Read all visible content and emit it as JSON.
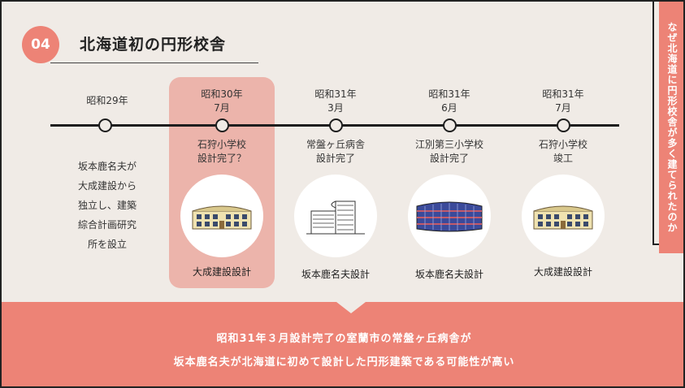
{
  "header": {
    "number": "04",
    "title": "北海道初の円形校舎"
  },
  "side_banner": "なぜ北海道に円形校舎が多く建てられたのか",
  "timeline": {
    "events": [
      {
        "date_line1": "昭和29年",
        "date_line2": "",
        "description": "坂本鹿名夫が 大成建設から 独立し、建築 綜合計画研究 所を設立",
        "designer": ""
      },
      {
        "date_line1": "昭和30年",
        "date_line2": "7月",
        "desc_line1": "石狩小学校",
        "desc_line2": "設計完了？",
        "designer": "大成建設設計",
        "highlighted": true
      },
      {
        "date_line1": "昭和31年",
        "date_line2": "3月",
        "desc_line1": "常盤ヶ丘病舎",
        "desc_line2": "設計完了",
        "designer": "坂本鹿名夫設計"
      },
      {
        "date_line1": "昭和31年",
        "date_line2": "6月",
        "desc_line1": "江別第三小学校",
        "desc_line2": "設計完了",
        "designer": "坂本鹿名夫設計"
      },
      {
        "date_line1": "昭和31年",
        "date_line2": "7月",
        "desc_line1": "石狩小学校",
        "desc_line2": "竣工",
        "designer": "大成建設設計"
      }
    ]
  },
  "left_desc_lines": [
    "坂本鹿名夫が",
    "大成建設から",
    "独立し、建築",
    "綜合計画研究",
    "所を設立"
  ],
  "conclusion": {
    "line1": "昭和31年３月設計完了の室蘭市の常盤ヶ丘病舎が",
    "line2": "坂本鹿名夫が北海道に初めて設計した円形建築である可能性が高い"
  },
  "colors": {
    "accent": "#ed8376",
    "highlight": "#ecb4ab",
    "background": "#f0ebe6"
  },
  "icons": [
    "building-sketch-icon",
    "tower-sketch-icon",
    "blue-rotunda-icon"
  ]
}
